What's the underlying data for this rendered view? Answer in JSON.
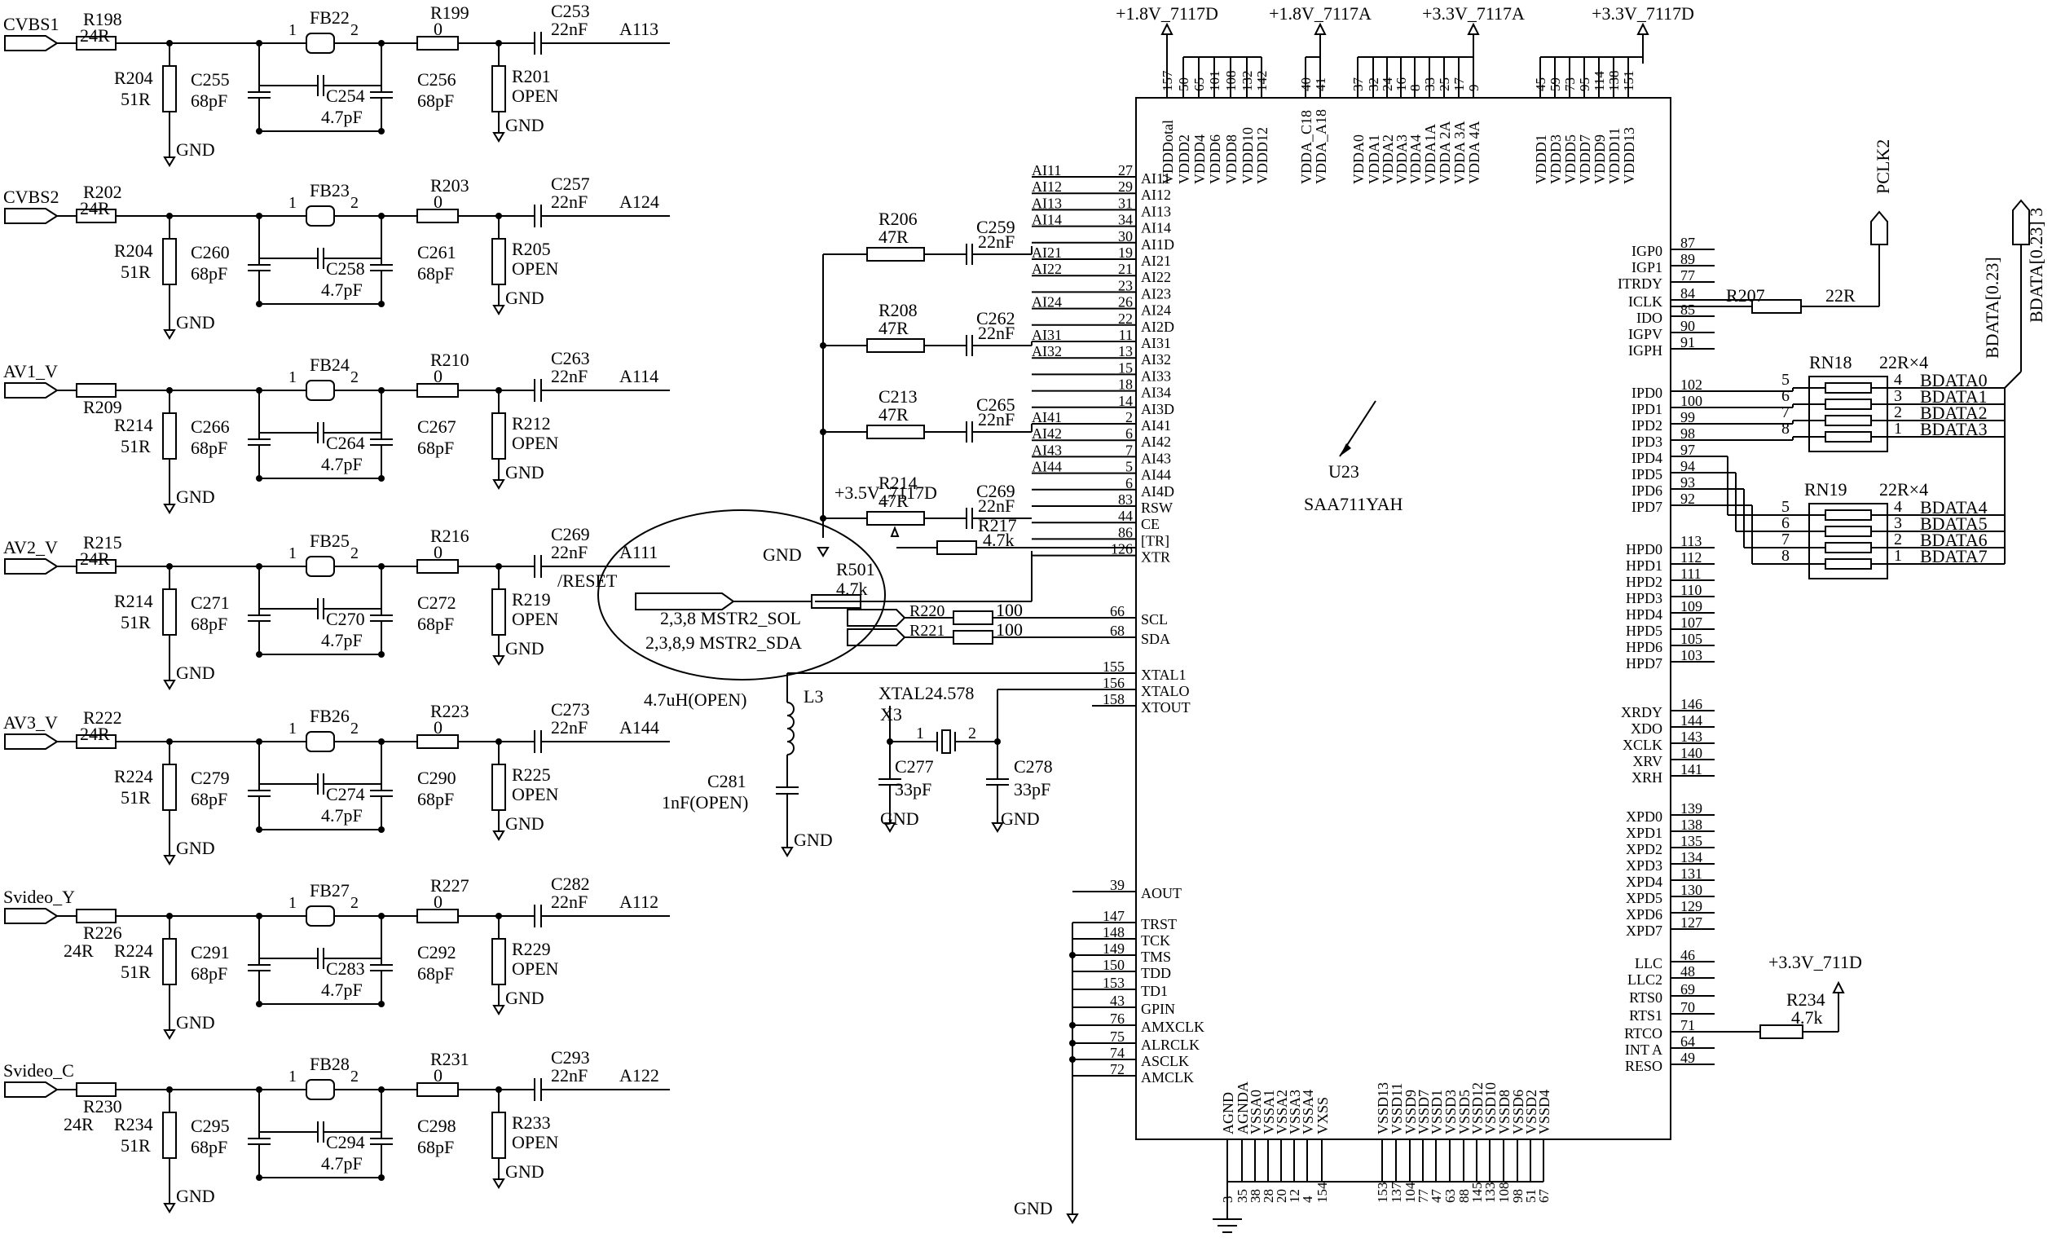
{
  "ic": {
    "ref": "U23",
    "part": "SAA711YAH"
  },
  "power": {
    "p1": "+1.8V_7117D",
    "p2": "+1.8V_7117A",
    "p3": "+3.3V_7117A",
    "p4": "+3.3V_7117D",
    "pu": "+3.3V_711D",
    "osc": "+3.5V_7117D"
  },
  "gnd": "GND",
  "inputs": [
    {
      "src": "CVBS1",
      "rs": "R198",
      "rsv": "24R",
      "rp": "R204",
      "rpv": "51R",
      "c1": "C255",
      "c1v": "68pF",
      "fb": "FB22",
      "cm": "C254",
      "cmv": "4.7pF",
      "c2": "C256",
      "c2v": "68pF",
      "rr": "R199",
      "rrv": "0",
      "cc": "C253",
      "ccv": "22nF",
      "ro": "R201",
      "rov": "OPEN",
      "net": "A113"
    },
    {
      "src": "CVBS2",
      "rs": "R202",
      "rsv": "24R",
      "rp": "R204",
      "rpv": "51R",
      "c1": "C260",
      "c1v": "68pF",
      "fb": "FB23",
      "cm": "C258",
      "cmv": "4.7pF",
      "c2": "C261",
      "c2v": "68pF",
      "rr": "R203",
      "rrv": "0",
      "cc": "C257",
      "ccv": "22nF",
      "ro": "R205",
      "rov": "OPEN",
      "net": "A124"
    },
    {
      "src": "AV1_V",
      "rs": "R209",
      "rsv": "",
      "rp": "R214",
      "rpv": "51R",
      "c1": "C266",
      "c1v": "68pF",
      "fb": "FB24",
      "cm": "C264",
      "cmv": "4.7pF",
      "c2": "C267",
      "c2v": "68pF",
      "rr": "R210",
      "rrv": "0",
      "cc": "C263",
      "ccv": "22nF",
      "ro": "R212",
      "rov": "OPEN",
      "net": "A114"
    },
    {
      "src": "AV2_V",
      "rs": "R215",
      "rsv": "24R",
      "rp": "R214",
      "rpv": "51R",
      "c1": "C271",
      "c1v": "68pF",
      "fb": "FB25",
      "cm": "C270",
      "cmv": "4.7pF",
      "c2": "C272",
      "c2v": "68pF",
      "rr": "R216",
      "rrv": "0",
      "cc": "C269",
      "ccv": "22nF",
      "ro": "R219",
      "rov": "OPEN",
      "net": "A111"
    },
    {
      "src": "AV3_V",
      "rs": "R222",
      "rsv": "24R",
      "rp": "R224",
      "rpv": "51R",
      "c1": "C279",
      "c1v": "68pF",
      "fb": "FB26",
      "cm": "C274",
      "cmv": "4.7pF",
      "c2": "C290",
      "c2v": "68pF",
      "rr": "R223",
      "rrv": "0",
      "cc": "C273",
      "ccv": "22nF",
      "ro": "R225",
      "rov": "OPEN",
      "net": "A144"
    },
    {
      "src": "Svideo_Y",
      "rs": "R226",
      "rsv": "24R",
      "rp": "R224",
      "rpv": "51R",
      "c1": "C291",
      "c1v": "68pF",
      "fb": "FB27",
      "cm": "C283",
      "cmv": "4.7pF",
      "c2": "C292",
      "c2v": "68pF",
      "rr": "R227",
      "rrv": "0",
      "cc": "C282",
      "ccv": "22nF",
      "ro": "R229",
      "rov": "OPEN",
      "net": "A112"
    },
    {
      "src": "Svideo_C",
      "rs": "R230",
      "rsv": "24R",
      "rp": "R234",
      "rpv": "51R",
      "c1": "C295",
      "c1v": "68pF",
      "fb": "FB28",
      "cm": "C294",
      "cmv": "4.7pF",
      "c2": "C298",
      "c2v": "68pF",
      "rr": "R231",
      "rrv": "0",
      "cc": "C293",
      "ccv": "22nF",
      "ro": "R233",
      "rov": "OPEN",
      "net": "A122"
    }
  ],
  "topPins": [
    {
      "n": "157",
      "s": "VDDDotal"
    },
    {
      "n": "50",
      "s": "VDDD2"
    },
    {
      "n": "65",
      "s": "VDDD4"
    },
    {
      "n": "101",
      "s": "VDDD6"
    },
    {
      "n": "108",
      "s": "VDDD8"
    },
    {
      "n": "132",
      "s": "VDDD10"
    },
    {
      "n": "142",
      "s": "VDDD12"
    },
    {
      "n": "40",
      "s": "VDDA_C18"
    },
    {
      "n": "41",
      "s": "VDDA_A18"
    },
    {
      "n": "37",
      "s": "VDDA0"
    },
    {
      "n": "32",
      "s": "VDDA1"
    },
    {
      "n": "24",
      "s": "VDDA2"
    },
    {
      "n": "16",
      "s": "VDDA3"
    },
    {
      "n": "8",
      "s": "VDDA4"
    },
    {
      "n": "33",
      "s": "VDDA1A"
    },
    {
      "n": "25",
      "s": "VDDA 2A"
    },
    {
      "n": "17",
      "s": "VDDA 3A"
    },
    {
      "n": "9",
      "s": "VDDA 4A"
    },
    {
      "n": "45",
      "s": "VDDD1"
    },
    {
      "n": "59",
      "s": "VDDD3"
    },
    {
      "n": "73",
      "s": "VDDD5"
    },
    {
      "n": "95",
      "s": "VDDD7"
    },
    {
      "n": "114",
      "s": "VDDD9"
    },
    {
      "n": "138",
      "s": "VDDD11"
    },
    {
      "n": "151",
      "s": "VDDD13"
    }
  ],
  "bottomPins": [
    {
      "n": "3",
      "s": "AGND"
    },
    {
      "n": "35",
      "s": "AGNDA"
    },
    {
      "n": "38",
      "s": "VSSA0"
    },
    {
      "n": "28",
      "s": "VSSA1"
    },
    {
      "n": "20",
      "s": "VSSA2"
    },
    {
      "n": "12",
      "s": "VSSA3"
    },
    {
      "n": "4",
      "s": "VSSA4"
    },
    {
      "n": "154",
      "s": "VXSS"
    },
    {
      "n": "153",
      "s": "VSSD13"
    },
    {
      "n": "137",
      "s": "VSSD11"
    },
    {
      "n": "104",
      "s": "VSSD9"
    },
    {
      "n": "77",
      "s": "VSSD7"
    },
    {
      "n": "47",
      "s": "VSSD1"
    },
    {
      "n": "63",
      "s": "VSSD3"
    },
    {
      "n": "88",
      "s": "VSSD5"
    },
    {
      "n": "145",
      "s": "VSSD12"
    },
    {
      "n": "133",
      "s": "VSSD10"
    },
    {
      "n": "108",
      "s": "VSSD8"
    },
    {
      "n": "98",
      "s": "VSSD6"
    },
    {
      "n": "51",
      "s": "VSSD2"
    },
    {
      "n": "67",
      "s": "VSSD4"
    }
  ],
  "leftPins": [
    {
      "net": "AI11",
      "n": "27",
      "s": "AI11"
    },
    {
      "net": "AI12",
      "n": "29",
      "s": "AI12"
    },
    {
      "net": "AI13",
      "n": "31",
      "s": "AI13"
    },
    {
      "net": "AI14",
      "n": "34",
      "s": "AI14"
    },
    {
      "net": "",
      "n": "30",
      "s": "AI1D"
    },
    {
      "net": "AI21",
      "n": "19",
      "s": "AI21"
    },
    {
      "net": "AI22",
      "n": "21",
      "s": "AI22"
    },
    {
      "net": "",
      "n": "23",
      "s": "AI23"
    },
    {
      "net": "AI24",
      "n": "26",
      "s": "AI24"
    },
    {
      "net": "",
      "n": "22",
      "s": "AI2D"
    },
    {
      "net": "AI31",
      "n": "11",
      "s": "AI31"
    },
    {
      "net": "AI32",
      "n": "13",
      "s": "AI32"
    },
    {
      "net": "",
      "n": "15",
      "s": "AI33"
    },
    {
      "net": "",
      "n": "18",
      "s": "AI34"
    },
    {
      "net": "",
      "n": "14",
      "s": "AI3D"
    },
    {
      "net": "AI41",
      "n": "2",
      "s": "AI41"
    },
    {
      "net": "AI42",
      "n": "6",
      "s": "AI42"
    },
    {
      "net": "AI43",
      "n": "7",
      "s": "AI43"
    },
    {
      "net": "AI44",
      "n": "5",
      "s": "AI44"
    },
    {
      "net": "",
      "n": "6",
      "s": "AI4D"
    },
    {
      "net": "",
      "n": "83",
      "s": "RSW"
    },
    {
      "net": "",
      "n": "44",
      "s": "CE"
    },
    {
      "net": "",
      "n": "86",
      "s": "[TR]"
    },
    {
      "net": "",
      "n": "126",
      "s": "XTR"
    }
  ],
  "leftPins2": [
    {
      "n": "66",
      "s": "SCL"
    },
    {
      "n": "68",
      "s": "SDA"
    },
    {
      "n": "155",
      "s": "XTAL1"
    },
    {
      "n": "156",
      "s": "XTALO"
    },
    {
      "n": "158",
      "s": "XTOUT"
    }
  ],
  "leftPins3": [
    {
      "n": "39",
      "s": "AOUT"
    },
    {
      "n": "147",
      "s": "TRST"
    },
    {
      "n": "148",
      "s": "TCK"
    },
    {
      "n": "149",
      "s": "TMS"
    },
    {
      "n": "150",
      "s": "TDD"
    },
    {
      "n": "153",
      "s": "TD1"
    },
    {
      "n": "43",
      "s": "GPIN"
    },
    {
      "n": "76",
      "s": "AMXCLK"
    },
    {
      "n": "75",
      "s": "ALRCLK"
    },
    {
      "n": "74",
      "s": "ASCLK"
    },
    {
      "n": "72",
      "s": "AMCLK"
    }
  ],
  "rightPins": [
    {
      "n": "87",
      "s": "IGP0"
    },
    {
      "n": "89",
      "s": "IGP1"
    },
    {
      "n": "77",
      "s": "ITRDY"
    },
    {
      "n": "84",
      "s": "ICLK"
    },
    {
      "n": "85",
      "s": "IDO"
    },
    {
      "n": "90",
      "s": "IGPV"
    },
    {
      "n": "91",
      "s": "IGPH"
    },
    {
      "n": "102",
      "s": "IPD0"
    },
    {
      "n": "100",
      "s": "IPD1"
    },
    {
      "n": "99",
      "s": "IPD2"
    },
    {
      "n": "98",
      "s": "IPD3"
    },
    {
      "n": "97",
      "s": "IPD4"
    },
    {
      "n": "94",
      "s": "IPD5"
    },
    {
      "n": "93",
      "s": "IPD6"
    },
    {
      "n": "92",
      "s": "IPD7"
    },
    {
      "n": "113",
      "s": "HPD0"
    },
    {
      "n": "112",
      "s": "HPD1"
    },
    {
      "n": "111",
      "s": "HPD2"
    },
    {
      "n": "110",
      "s": "HPD3"
    },
    {
      "n": "109",
      "s": "HPD4"
    },
    {
      "n": "107",
      "s": "HPD5"
    },
    {
      "n": "105",
      "s": "HPD6"
    },
    {
      "n": "103",
      "s": "HPD7"
    }
  ],
  "rightPins2": [
    {
      "n": "146",
      "s": "XRDY"
    },
    {
      "n": "144",
      "s": "XDO"
    },
    {
      "n": "143",
      "s": "XCLK"
    },
    {
      "n": "140",
      "s": "XRV"
    },
    {
      "n": "141",
      "s": "XRH"
    }
  ],
  "rightPins3": [
    {
      "n": "139",
      "s": "XPD0"
    },
    {
      "n": "138",
      "s": "XPD1"
    },
    {
      "n": "135",
      "s": "XPD2"
    },
    {
      "n": "134",
      "s": "XPD3"
    },
    {
      "n": "131",
      "s": "XPD4"
    },
    {
      "n": "130",
      "s": "XPD5"
    },
    {
      "n": "129",
      "s": "XPD6"
    },
    {
      "n": "127",
      "s": "XPD7"
    }
  ],
  "rightPins4": [
    {
      "n": "46",
      "s": "LLC"
    },
    {
      "n": "48",
      "s": "LLC2"
    },
    {
      "n": "69",
      "s": "RTS0"
    },
    {
      "n": "70",
      "s": "RTS1"
    },
    {
      "n": "71",
      "s": "RTCO"
    },
    {
      "n": "64",
      "s": "INT A"
    },
    {
      "n": "49",
      "s": "RESO"
    }
  ],
  "couplers": [
    {
      "r": "R206",
      "rv": "47R",
      "c": "C259",
      "cv": "22nF"
    },
    {
      "r": "R208",
      "rv": "47R",
      "c": "C262",
      "cv": "22nF"
    },
    {
      "r": "C213",
      "rv": "47R",
      "c": "C265",
      "cv": "22nF"
    },
    {
      "r": "R214",
      "rv": "47R",
      "c": "C269",
      "cv": "22nF"
    }
  ],
  "misc": {
    "r217": "R217",
    "r217v": "4.7k",
    "r501": "R501",
    "r501v": "4.7k",
    "reset": "/RESET",
    "r220": "R220",
    "r220v": "100",
    "r221": "R221",
    "r221v": "100",
    "sol": "2,3,8 MSTR2_SOL",
    "sda": "2,3,8,9 MSTR2_SDA",
    "l3": "L3",
    "l3v": "4.7uH(OPEN)",
    "c281": "C281",
    "c281v": "1nF(OPEN)",
    "xtal": "XTAL24.578",
    "x3": "X3",
    "x1": "1",
    "x2": "2",
    "c277": "C277",
    "c277v": "33pF",
    "c278": "C278",
    "c278v": "33pF",
    "r207": "R207",
    "r207v": "22R",
    "pclk": "PCLK2",
    "rn18": "RN18",
    "rn19": "RN19",
    "rnv": "22R×4",
    "bdata": "BDATA[0.23]",
    "bdata2": "BDATA[0.23] 3",
    "r234": "R234",
    "r234v": "4.7k"
  },
  "bdata": [
    "BDATA0",
    "BDATA1",
    "BDATA2",
    "BDATA3",
    "BDATA4",
    "BDATA5",
    "BDATA6",
    "BDATA7"
  ],
  "rnpins": [
    {
      "l": "5",
      "r": "4"
    },
    {
      "l": "6",
      "r": "3"
    },
    {
      "l": "7",
      "r": "2"
    },
    {
      "l": "8",
      "r": "1"
    }
  ]
}
